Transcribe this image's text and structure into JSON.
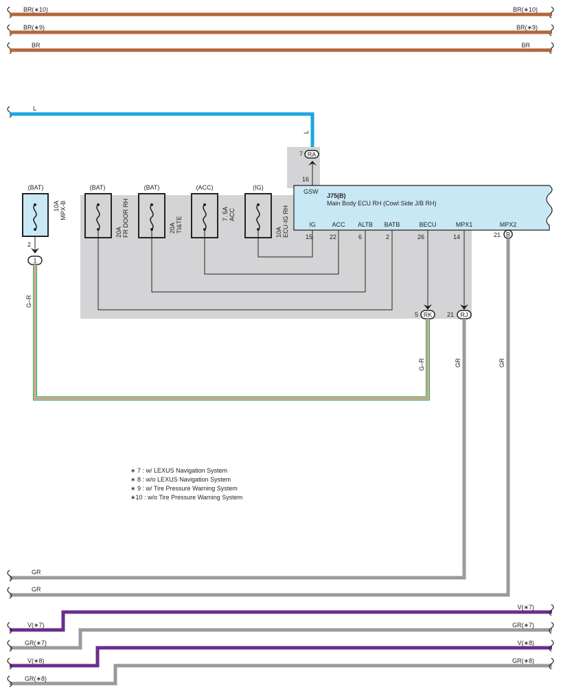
{
  "wires_top": [
    {
      "label": "BR(∗10)"
    },
    {
      "label": "BR(∗9)"
    },
    {
      "label": "BR"
    }
  ],
  "l_wire": {
    "label_left": "L",
    "label_vert": "L",
    "color": "#1aa6e0"
  },
  "ra_connector": {
    "pin_top": "7",
    "name": "RA",
    "pin_bottom": "16"
  },
  "ecu": {
    "id": "J75(B)",
    "name": "Main Body ECU RH (Cowl Side J/B RH)",
    "top_pin": "GSW",
    "pins": [
      {
        "name": "IG",
        "num": "15"
      },
      {
        "name": "ACC",
        "num": "22"
      },
      {
        "name": "ALTB",
        "num": "6"
      },
      {
        "name": "BATB",
        "num": "2"
      },
      {
        "name": "BECU",
        "num": "26"
      },
      {
        "name": "MPX1",
        "num": "14"
      },
      {
        "name": "MPX2",
        "num": "21"
      }
    ],
    "mpx2_connector": "B"
  },
  "fuses": [
    {
      "source": "(BAT)",
      "rating": "10A",
      "name": "MPX-B"
    },
    {
      "source": "(BAT)",
      "rating": "20A",
      "name": "FR DOOR RH"
    },
    {
      "source": "(BAT)",
      "rating": "20A",
      "name": "TI&TE"
    },
    {
      "source": "(ACC)",
      "rating": "7. 5A",
      "name": "ACC"
    },
    {
      "source": "(IG)",
      "rating": "10A",
      "name": "ECU-IG RH"
    }
  ],
  "conn1": {
    "pin": "2",
    "name": "1"
  },
  "rk_connector": {
    "pin": "5",
    "name": "RK"
  },
  "rj_connector": {
    "pin": "21",
    "name": "RJ"
  },
  "wire_labels": {
    "gr_left": "G–R",
    "gr_rk": "G–R",
    "gr_rj": "GR",
    "gr_mpx2": "GR"
  },
  "notes": [
    "∗ 7 : w/ LEXUS Navigation System",
    "∗ 8 : w/o LEXUS Navigation System",
    "∗ 9 : w/ Tire Pressure Warning System",
    "∗10 : w/o Tire Pressure Warning System"
  ],
  "wires_bottom": [
    {
      "label": "GR"
    },
    {
      "label": "GR"
    }
  ],
  "wires_option": [
    {
      "left": "V(∗7)",
      "right": "V(∗7)"
    },
    {
      "left": "GR(∗7)",
      "right": "GR(∗7)"
    },
    {
      "left": "V(∗8)",
      "right": "V(∗8)"
    },
    {
      "left": "GR(∗8)",
      "right": "GR(∗8)"
    }
  ],
  "colors": {
    "br": "#b5653f",
    "l": "#1aa6e0",
    "gr": "#9a9a9e",
    "v": "#6b2d8c",
    "g": "#2e9e4a",
    "r": "#e03a2e",
    "jb_bg": "#d4d4d6",
    "ecu_bg": "#c9e8f5"
  }
}
